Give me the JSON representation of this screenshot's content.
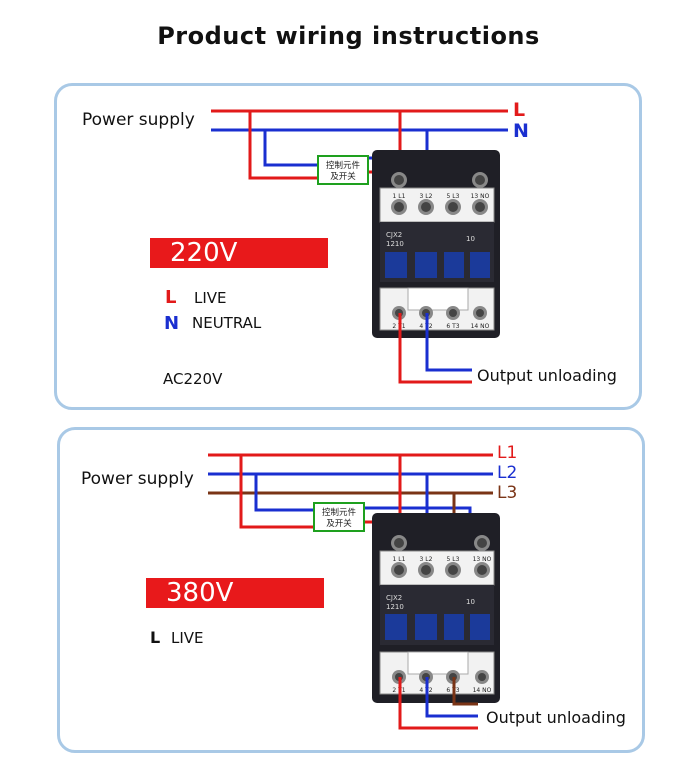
{
  "title": "Product wiring instructions",
  "colors": {
    "live": "#e21a1a",
    "neutral": "#1a2fd0",
    "l3": "#7a3416",
    "voltage_bar": "#e8191b",
    "panel_border": "#a9c9e6",
    "switch_box": "#1ea01e"
  },
  "panel1": {
    "power_supply": "Power supply",
    "line_L": "L",
    "line_N": "N",
    "voltage": "220V",
    "legend": [
      {
        "letter": "L",
        "text": "LIVE"
      },
      {
        "letter": "N",
        "text": "NEUTRAL"
      }
    ],
    "ac_label": "AC220V",
    "output": "Output unloading",
    "switch_text_1": "控制元件",
    "switch_text_2": "及开关"
  },
  "panel2": {
    "power_supply": "Power supply",
    "line_L1": "L1",
    "line_L2": "L2",
    "line_L3": "L3",
    "voltage": "380V",
    "legend": [
      {
        "letter": "L",
        "text": "LIVE"
      }
    ],
    "output": "Output unloading",
    "switch_text_1": "控制元件",
    "switch_text_2": "及开关"
  },
  "contactor": {
    "model_1": "CJX2",
    "model_2": "1210",
    "aux": "10",
    "top_terminals": [
      "1 L1",
      "3 L2",
      "5 L3",
      "13 NO"
    ],
    "bottom_terminals": [
      "2 T1",
      "4 T2",
      "6 T3",
      "14 NO"
    ]
  }
}
